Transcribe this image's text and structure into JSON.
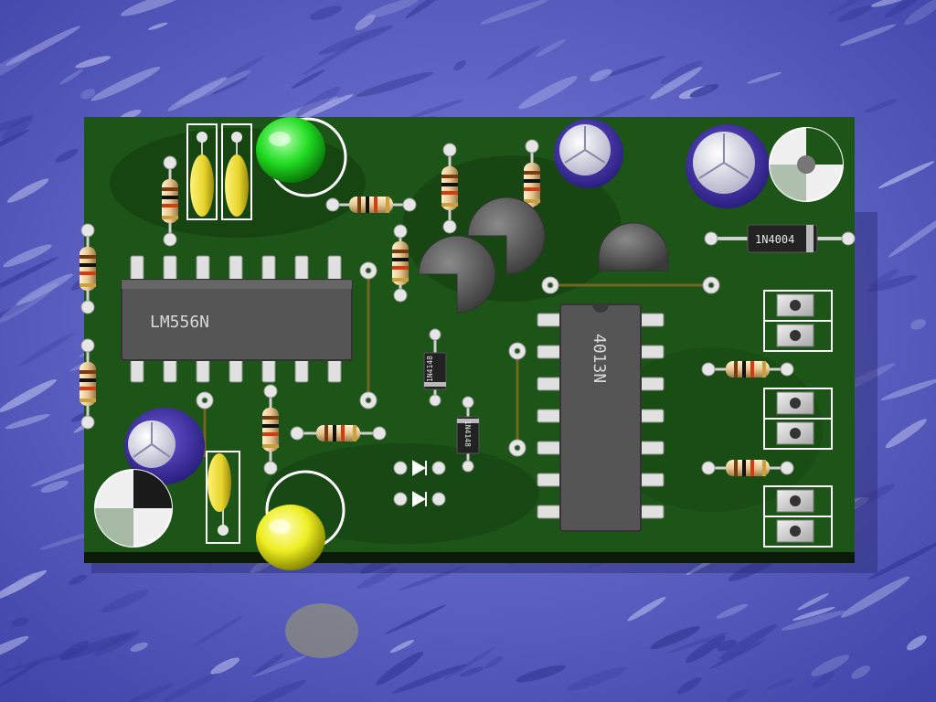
{
  "labels": {
    "ic_left": "LM556N",
    "ic_right": "4013N",
    "diode_power": "1N4004",
    "diode_small_1": "1N4148",
    "diode_small_2": "1N4148"
  },
  "colors": {
    "pcb": "#1d5417",
    "water": "#5a5fc4",
    "led_green": "#22dd22",
    "led_yellow": "#eeee22",
    "capacitor": "#4433aa",
    "film_cap": "#e6d42a",
    "ic_body": "#555555"
  }
}
